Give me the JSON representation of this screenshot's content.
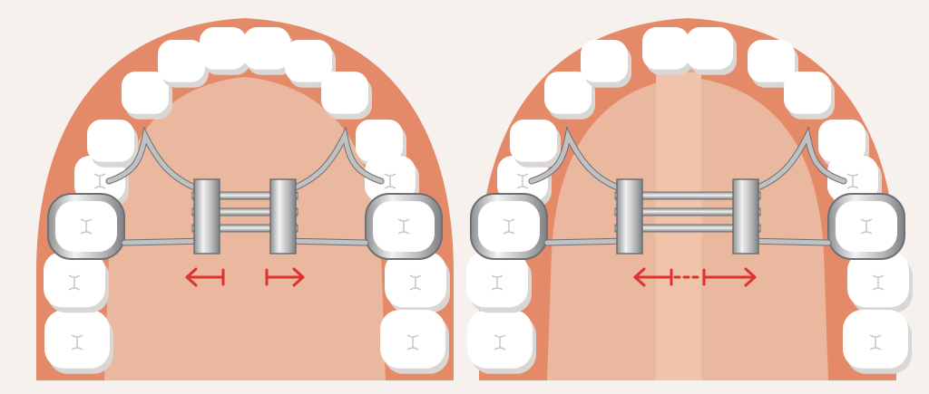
{
  "colors": {
    "background": "#f6f1ec",
    "gum": "#e58a68",
    "palate": "#e9b89e",
    "palate_split": "#efc4aa",
    "tooth": "#ffffff",
    "tooth_shadow": "#d9d6d4",
    "metal": "#bfc1c3",
    "metal_dark": "#6d6f72",
    "arrow": "#e0312f"
  },
  "diagrams": [
    {
      "state": "before-expansion",
      "arrows": "separate"
    },
    {
      "state": "after-expansion",
      "arrows": "dashed-connected",
      "palate_split": true
    }
  ]
}
